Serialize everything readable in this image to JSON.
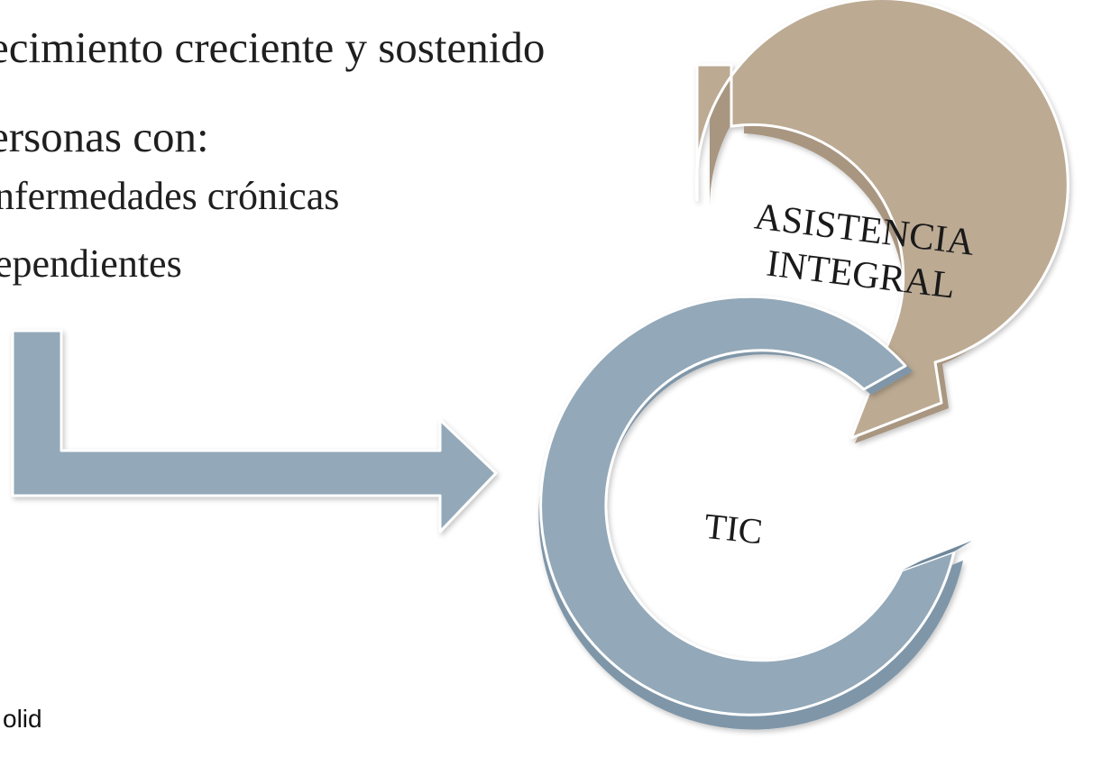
{
  "text_lines": [
    "ecimiento creciente y sostenido",
    "ersonas con:",
    "nfermedades crónicas",
    "ependientes"
  ],
  "footer_text": "olid",
  "cycle": {
    "top_label_line1": "ASISTENCIA",
    "top_label_line2": "INTEGRAL",
    "bottom_label": "TIC"
  },
  "colors": {
    "tan_arrow": "#bcaa93",
    "blue_arrow": "#93a8b8",
    "text": "#1f1f1f"
  }
}
